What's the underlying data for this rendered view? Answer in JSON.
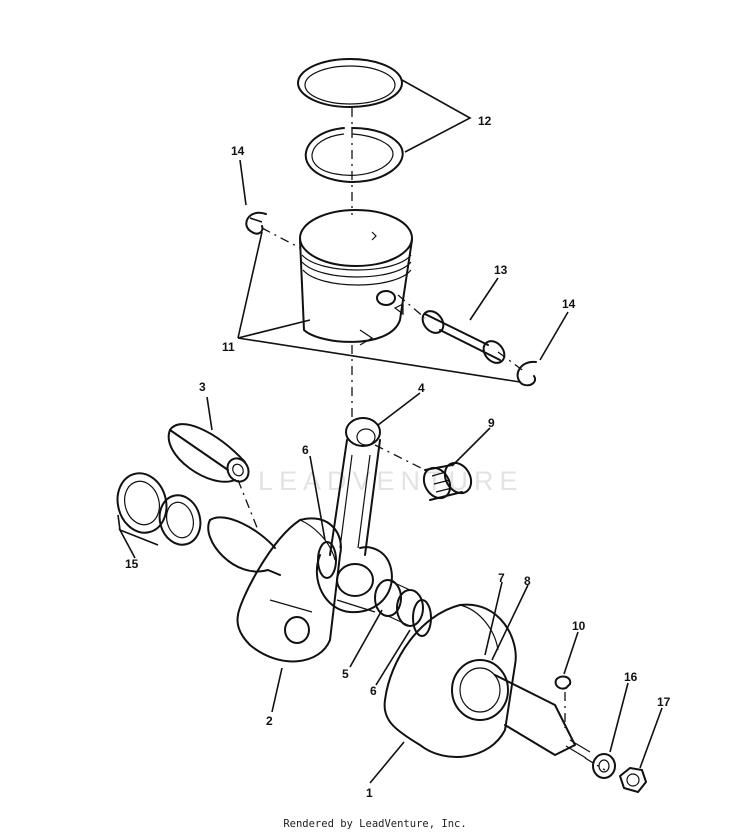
{
  "diagram": {
    "callouts": {
      "c1": "1",
      "c2": "2",
      "c3": "3",
      "c4": "4",
      "c5": "5",
      "c6a": "6",
      "c6b": "6",
      "c7": "7",
      "c8": "8",
      "c9": "9",
      "c10": "10",
      "c11": "11",
      "c12": "12",
      "c13": "13",
      "c14a": "14",
      "c14b": "14",
      "c15": "15",
      "c16": "16",
      "c17": "17"
    },
    "watermark": "LEADVENTURE"
  },
  "footer": {
    "text": "Rendered by LeadVenture, Inc."
  }
}
